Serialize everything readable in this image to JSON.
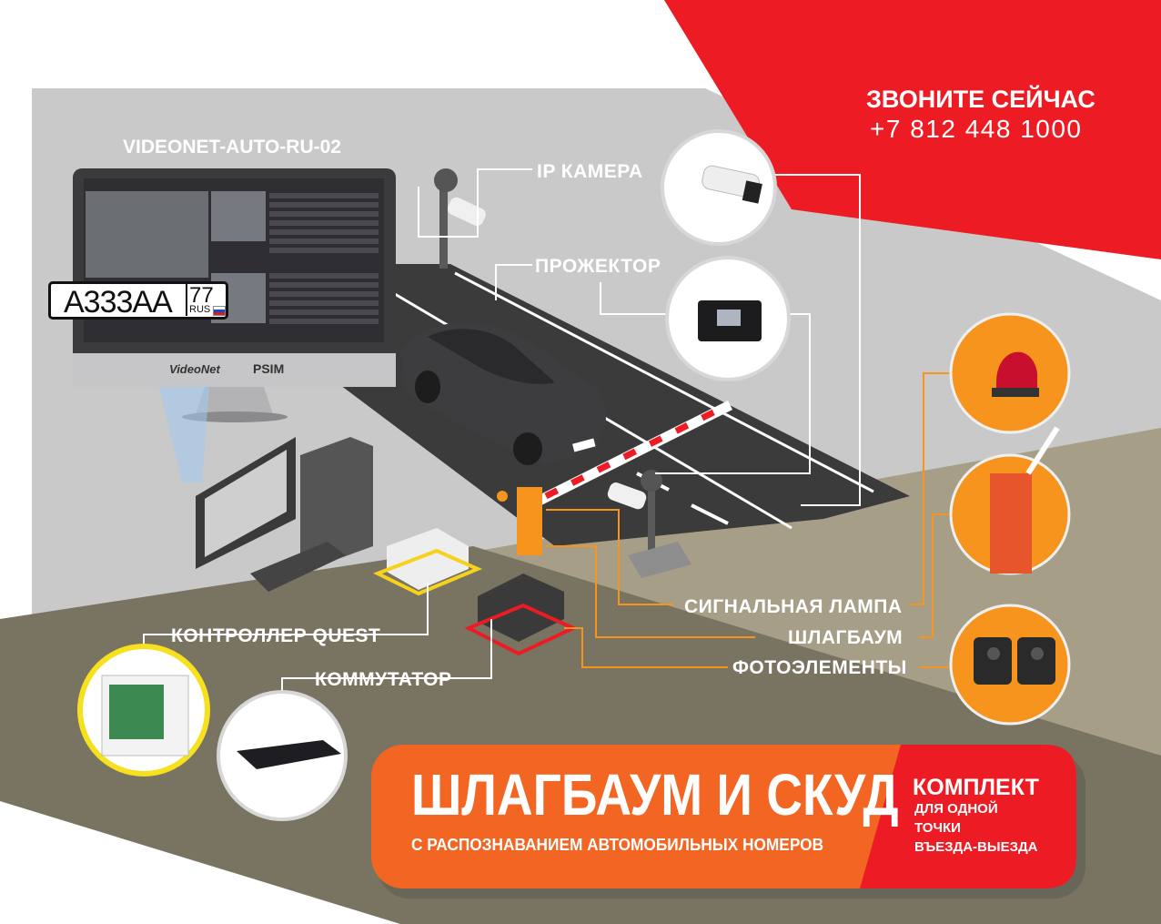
{
  "contact": {
    "title": "ЗВОНИТЕ СЕЙЧАС",
    "phone": "+7 812 448 1000"
  },
  "workstation": {
    "model": "VIDEONET-AUTO-RU-02",
    "plate_main": "А333АА",
    "plate_region": "77",
    "plate_country": "RUS",
    "brand_left": "VideoNet",
    "brand_right": "PSIM"
  },
  "components": {
    "ip_camera": "IP КАМЕРА",
    "projector": "ПРОЖЕКТОР",
    "signal_lamp": "СИГНАЛЬНАЯ ЛАМПА",
    "barrier": "ШЛАГБАУМ",
    "photocells": "ФОТОЭЛЕМЕНТЫ",
    "controller": "КОНТРОЛЛЕР QUEST",
    "switch": "КОММУТАТОР"
  },
  "banner": {
    "title": "ШЛАГБАУМ И СКУД",
    "subtitle": "С РАСПОЗНАВАНИЕМ АВТОМОБИЛЬНЫХ НОМЕРОВ",
    "kit_title": "КОМПЛЕКТ",
    "kit_line1": "ДЛЯ ОДНОЙ",
    "kit_line2": "ТОЧКИ",
    "kit_line3": "ВЪЕЗДА-ВЫЕЗДА"
  },
  "colors": {
    "red": "#ed1c24",
    "orange": "#f7941d",
    "banner_orange": "#f26522",
    "gray_bg": "#c9c9c9",
    "ground": "#a89f87",
    "ground_dark": "#7b7564",
    "road": "#3a3a3a"
  }
}
